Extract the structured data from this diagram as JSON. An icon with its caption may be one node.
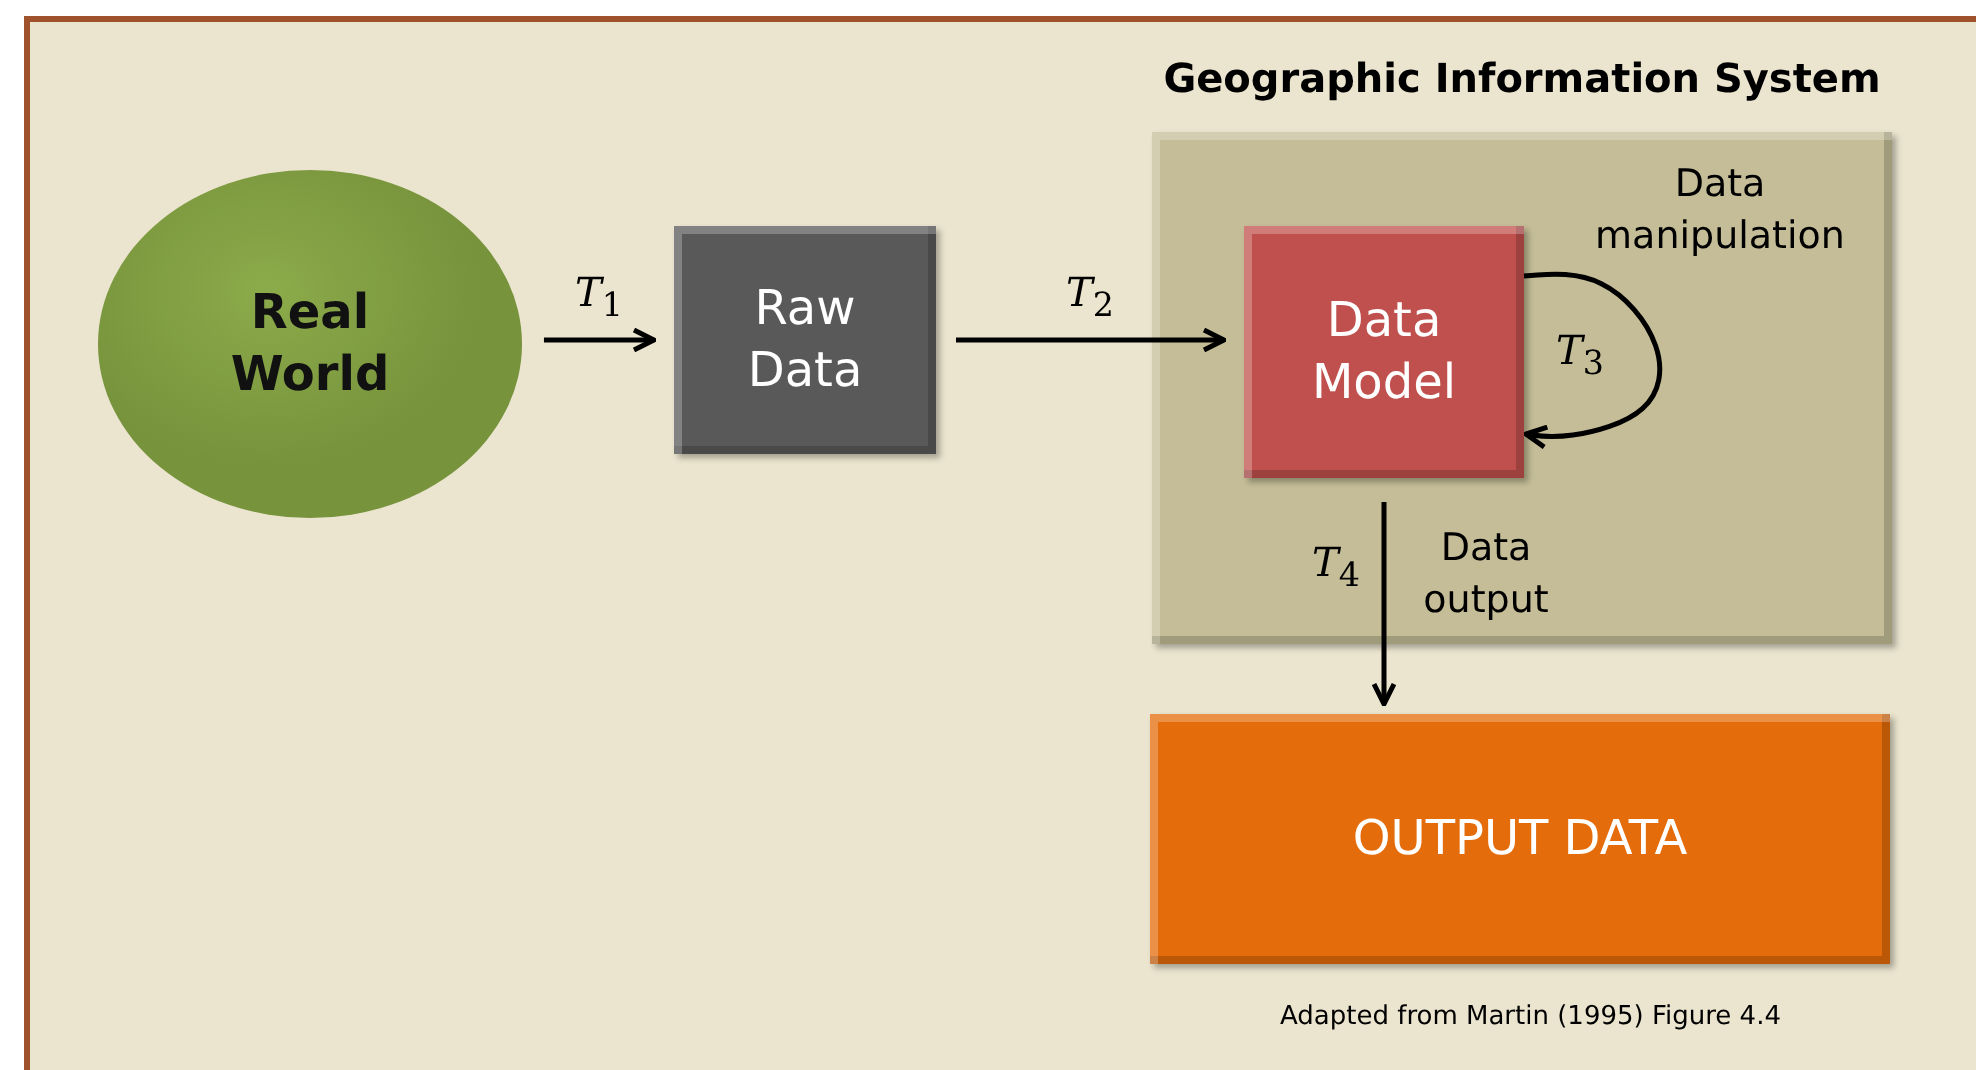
{
  "diagram": {
    "caption": "Adapted from Martin (1995) Figure 4.4",
    "nodes": [
      {
        "text": [
          "Real World"
        ]
      },
      {
        "text": [
          "Raw Data"
        ]
      },
      {
        "text": [
          "Geographic Information System"
        ]
      },
      {
        "text": [
          "Data Model"
        ],
        "in": 2
      },
      {
        "text": [
          "OUTPUT DATA"
        ]
      }
    ],
    "edges": [
      {
        "from": 0,
        "to": 1,
        "arrow": "to",
        "label": "*T*$_{1}$"
      },
      {
        "from": 1,
        "to": 3,
        "arrow": "to",
        "label": "*T*$_{2}$"
      },
      {
        "from": 3,
        "to": 3,
        "arrow": "to",
        "label": "*T*$_{3}$"
      },
      {
        "from": 3,
        "to": 4,
        "arrow": "to",
        "label": "*T*$_{4}$"
      }
    ],
    "labels": [
      "Data manipulation",
      "Data output"
    ]
  }
}
